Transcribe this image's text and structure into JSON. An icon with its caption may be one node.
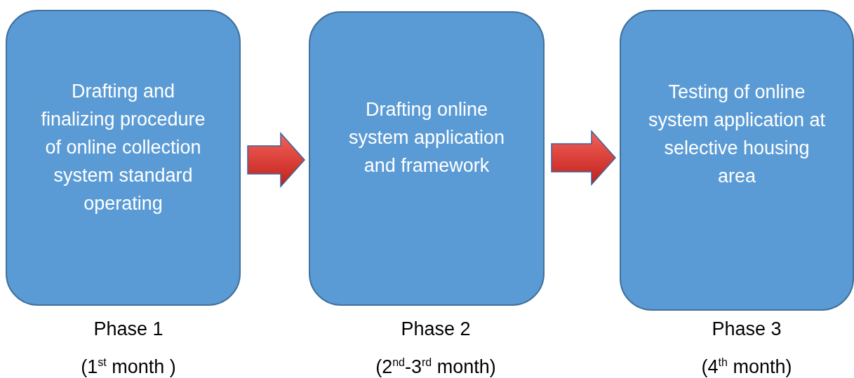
{
  "diagram": {
    "nodes": [
      {
        "text": [
          "Drafting and finalizing procedure of online collection system standard operating"
        ],
        "beside": [
          "Phase 1",
          "(1$^{st}$ month )"
        ]
      },
      {
        "text": [
          "Drafting online system application and framework"
        ],
        "beside": [
          "Phase 2",
          "(2$^{nd}$-3$^{rd}$ month)"
        ]
      },
      {
        "text": [
          "Testing of online system application at selective housing area"
        ],
        "beside": [
          "Phase 3",
          "(4$^{th}$ month)"
        ]
      }
    ],
    "edges": [
      {
        "from": 0,
        "to": 1,
        "arrow": "to"
      },
      {
        "from": 1,
        "to": 2,
        "arrow": "to"
      }
    ]
  }
}
